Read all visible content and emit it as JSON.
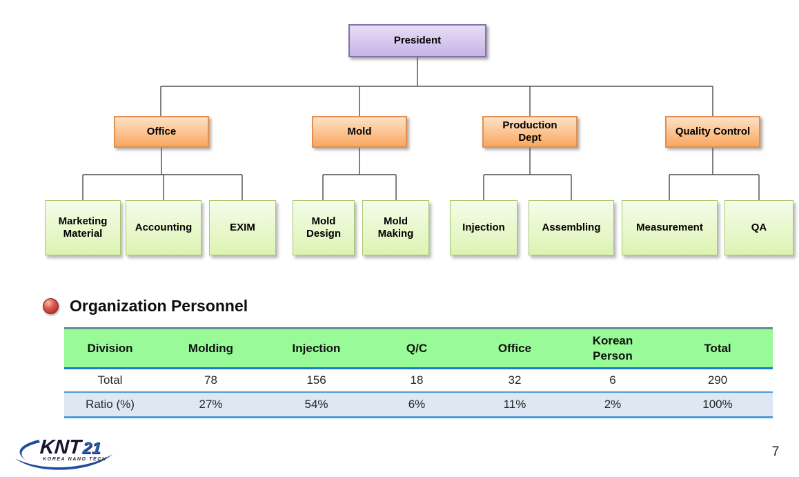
{
  "org_chart": {
    "president": "President",
    "departments": [
      {
        "label": "Office",
        "children": [
          "Marketing\nMaterial",
          "Accounting",
          "EXIM"
        ]
      },
      {
        "label": "Mold",
        "children": [
          "Mold\nDesign",
          "Mold\nMaking"
        ]
      },
      {
        "label": "Production\nDept",
        "children": [
          "Injection",
          "Assembling"
        ]
      },
      {
        "label": "Quality Control",
        "children": [
          "Measurement",
          "QA"
        ]
      }
    ]
  },
  "section": {
    "title": "Organization Personnel"
  },
  "personnel_table": {
    "headers": [
      "Division",
      "Molding",
      "Injection",
      "Q/C",
      "Office",
      "Korean\nPerson",
      "Total"
    ],
    "rows": [
      {
        "label": "Total",
        "values": [
          "78",
          "156",
          "18",
          "32",
          "6",
          "290"
        ]
      },
      {
        "label": "Ratio (%)",
        "values": [
          "27%",
          "54%",
          "6%",
          "11%",
          "2%",
          "100%"
        ]
      }
    ]
  },
  "footer": {
    "logo_main": "KNT",
    "logo_suffix": "21",
    "logo_subtext": "KOREA NANO TECH",
    "page_number": "7"
  },
  "colors": {
    "president_fill": "#D6C6ED",
    "president_border": "#8171A8",
    "department_fill": "#FBC28D",
    "department_border": "#E08F4E",
    "unit_fill": "#E9F8CE",
    "unit_border": "#A6C86D",
    "table_header_bg": "#98FB98",
    "table_header_top_border": "#5E8E8E",
    "table_blue_border": "#1B79CE",
    "ratio_row_bg": "#DEE7F2",
    "bullet_red": "#C23B31",
    "logo_blue": "#1F4E9F"
  }
}
